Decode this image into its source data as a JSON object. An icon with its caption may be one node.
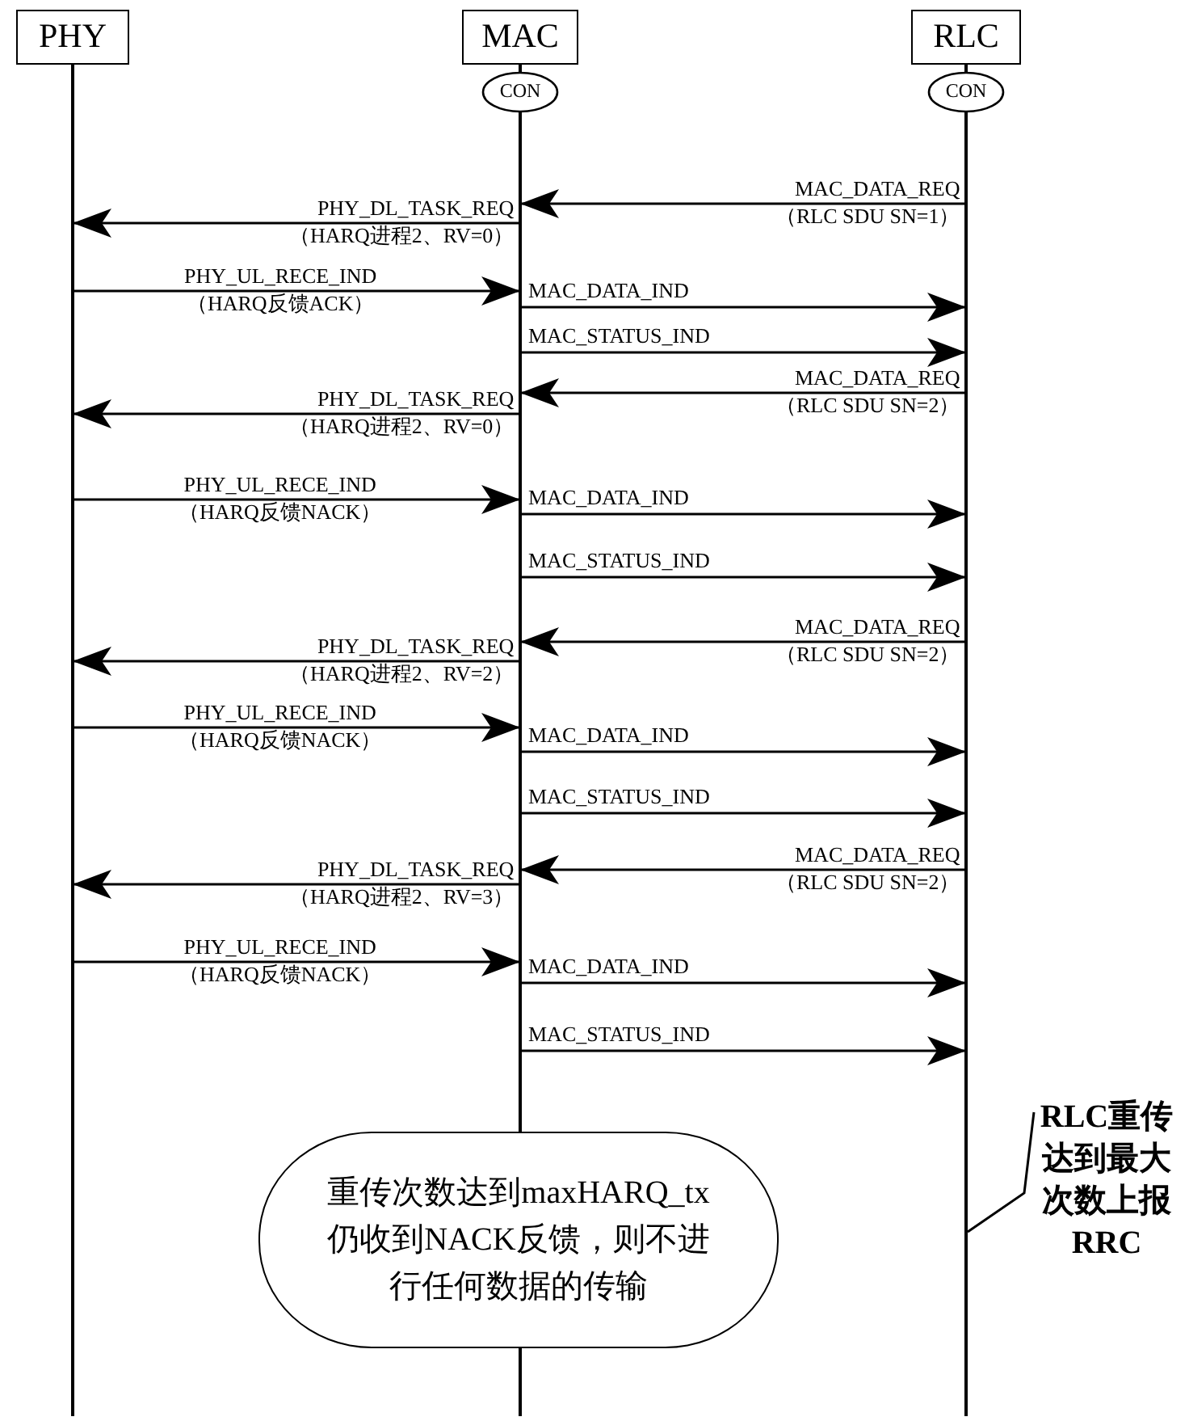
{
  "diagram": {
    "nodes": [
      {
        "text": [
          "PHY"
        ]
      },
      {
        "text": [
          "MAC"
        ]
      },
      {
        "text": [
          "RLC"
        ]
      },
      {
        "text": [
          "CON"
        ],
        "in": 1
      },
      {
        "text": [
          "CON"
        ],
        "in": 2
      },
      {
        "text": [
          "重传次数达到maxHARQ_tx仍收到NACK反馈，则不进行任何数据的传输"
        ]
      },
      {
        "text": [
          "RLC重传达到最大次数上报RRC"
        ]
      }
    ],
    "edges": [
      {
        "from": 2,
        "to": 1,
        "arrow": "to",
        "label": "MAC_DATA_REQ （RLC SDU SN=1）"
      },
      {
        "from": 1,
        "to": 0,
        "arrow": "to",
        "label": "PHY_DL_TASK_REQ （HARQ进程2、RV=0）"
      },
      {
        "from": 0,
        "to": 1,
        "arrow": "to",
        "label": "PHY_UL_RECE_IND （HARQ反馈ACK）"
      },
      {
        "from": 1,
        "to": 2,
        "arrow": "to",
        "label": "MAC_DATA_IND"
      },
      {
        "from": 1,
        "to": 2,
        "arrow": "to",
        "label": "MAC_STATUS_IND"
      },
      {
        "from": 2,
        "to": 1,
        "arrow": "to",
        "label": "MAC_DATA_REQ （RLC SDU SN=2）"
      },
      {
        "from": 1,
        "to": 0,
        "arrow": "to",
        "label": "PHY_DL_TASK_REQ （HARQ进程2、RV=0）"
      },
      {
        "from": 0,
        "to": 1,
        "arrow": "to",
        "label": "PHY_UL_RECE_IND （HARQ反馈NACK）"
      },
      {
        "from": 1,
        "to": 2,
        "arrow": "to",
        "label": "MAC_DATA_IND"
      },
      {
        "from": 1,
        "to": 2,
        "arrow": "to",
        "label": "MAC_STATUS_IND"
      },
      {
        "from": 2,
        "to": 1,
        "arrow": "to",
        "label": "MAC_DATA_REQ （RLC SDU SN=2）"
      },
      {
        "from": 1,
        "to": 0,
        "arrow": "to",
        "label": "PHY_DL_TASK_REQ （HARQ进程2、RV=2）"
      },
      {
        "from": 0,
        "to": 1,
        "arrow": "to",
        "label": "PHY_UL_RECE_IND （HARQ反馈NACK）"
      },
      {
        "from": 1,
        "to": 2,
        "arrow": "to",
        "label": "MAC_DATA_IND"
      },
      {
        "from": 1,
        "to": 2,
        "arrow": "to",
        "label": "MAC_STATUS_IND"
      },
      {
        "from": 2,
        "to": 1,
        "arrow": "to",
        "label": "MAC_DATA_REQ （RLC SDU SN=2）"
      },
      {
        "from": 1,
        "to": 0,
        "arrow": "to",
        "label": "PHY_DL_TASK_REQ （HARQ进程2、RV=3）"
      },
      {
        "from": 0,
        "to": 1,
        "arrow": "to",
        "label": "PHY_UL_RECE_IND （HARQ反馈NACK）"
      },
      {
        "from": 1,
        "to": 2,
        "arrow": "to",
        "label": "MAC_DATA_IND"
      },
      {
        "from": 1,
        "to": 2,
        "arrow": "to",
        "label": "MAC_STATUS_IND"
      },
      {
        "from": 6,
        "to": 2,
        "arrow": "none"
      }
    ]
  }
}
